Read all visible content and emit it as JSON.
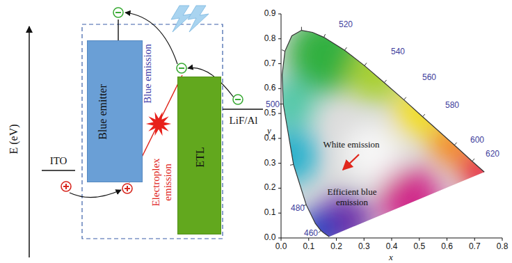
{
  "diagram": {
    "nodes": [
      {
        "text": [
          "Blue emitter"
        ]
      },
      {
        "text": [
          "ETL"
        ]
      }
    ],
    "labels": [
      "E (eV)",
      "ITO",
      "LiF/Al",
      "Blue emission",
      "Electroplex emission",
      "520",
      "540",
      "560",
      "580",
      "600",
      "620",
      "500",
      "480",
      "460",
      "White emission",
      "Efficient blue emission",
      "0.9",
      "0.8",
      "0.7",
      "0.6",
      "0.5",
      "0.4",
      "0.3",
      "0.2",
      "0.1",
      "0.0",
      "0.0",
      "0.1",
      "0.2",
      "0.3",
      "0.4",
      "0.5",
      "0.6",
      "0.7",
      "0.8",
      "y",
      "x"
    ]
  }
}
